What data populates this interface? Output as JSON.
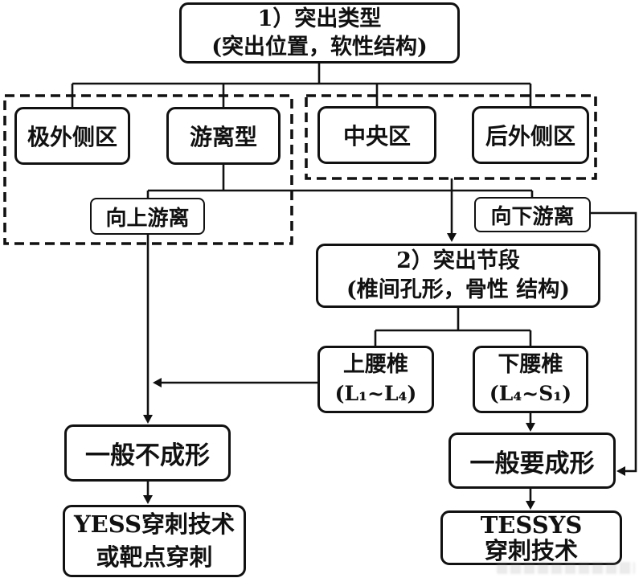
{
  "colors": {
    "ink": "#111111",
    "background": "#ffffff"
  },
  "flowchart": {
    "protrusion_type": {
      "line1": "1）突出类型",
      "line2": "(突出位置，软性结构)"
    },
    "far_lateral_zone": "极外侧区",
    "sequestered_type": "游离型",
    "central_zone": "中央区",
    "posterolateral_zone": "后外侧区",
    "upward_migration": "向上游离",
    "downward_migration": "向下游离",
    "protrusion_segment": {
      "line1": "2）突出节段",
      "line2": "(椎间孔形，骨性 结构)"
    },
    "upper_lumbar": {
      "line1": "上腰椎",
      "line2": "(L₁~L₄)"
    },
    "lower_lumbar": {
      "line1": "下腰椎",
      "line2": "(L₄~S₁)"
    },
    "usually_not_shaped": "一般不成形",
    "usually_shaped": "一般要成形",
    "yess_technique": {
      "line1": "YESS穿刺技术",
      "line2": "或靶点穿刺"
    },
    "tessys_technique": {
      "line1": "TESSYS",
      "line2": "穿刺技术"
    }
  }
}
